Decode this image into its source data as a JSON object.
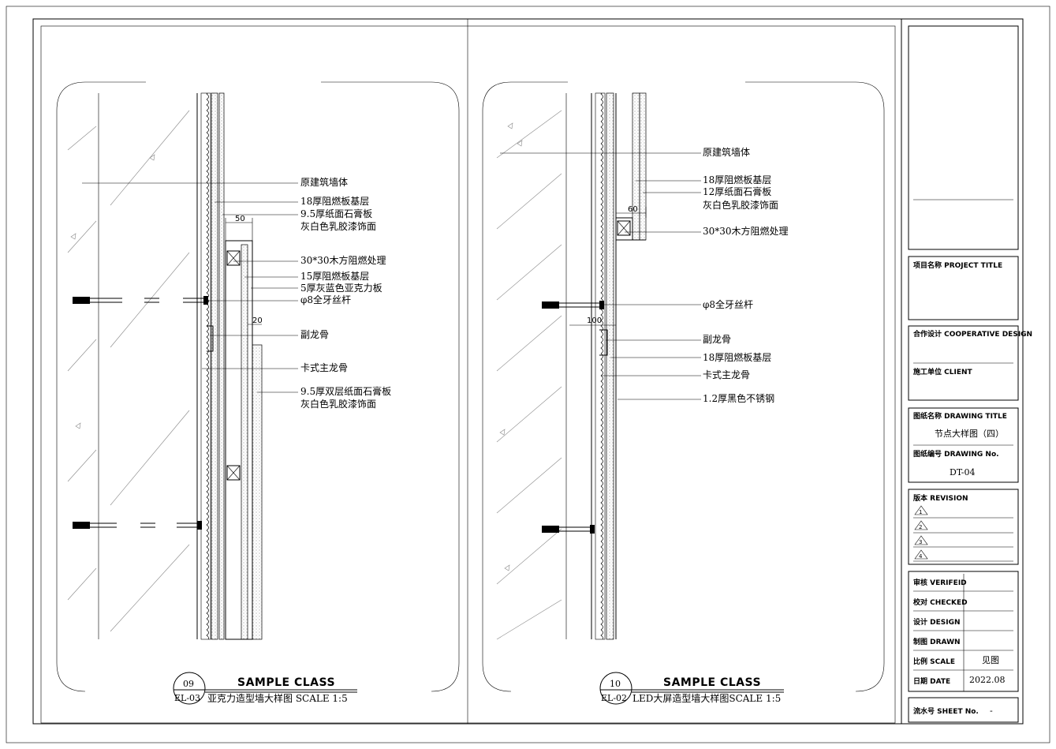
{
  "detail_09": {
    "number": "09",
    "ref": "EL-03",
    "class_title": "SAMPLE CLASS",
    "subtitle": "亚克力造型墙大样图 SCALE 1:5",
    "dims": [
      "50",
      "20"
    ],
    "labels": [
      "原建筑墙体",
      "18厚阻燃板基层",
      "9.5厚纸面石膏板",
      "灰白色乳胶漆饰面",
      "30*30木方阻燃处理",
      "15厚阻燃板基层",
      "5厚灰蓝色亚克力板",
      "φ8全牙丝杆",
      "副龙骨",
      "卡式主龙骨",
      "9.5厚双层纸面石膏板",
      "灰白色乳胶漆饰面"
    ]
  },
  "detail_10": {
    "number": "10",
    "ref": "EL-02",
    "class_title": "SAMPLE CLASS",
    "subtitle": "LED大屏造型墙大样图SCALE 1:5",
    "dims": [
      "60",
      "100"
    ],
    "labels": [
      "原建筑墙体",
      "18厚阻燃板基层",
      "12厚纸面石膏板",
      "灰白色乳胶漆饰面",
      "30*30木方阻燃处理",
      "φ8全牙丝杆",
      "副龙骨",
      "18厚阻燃板基层",
      "卡式主龙骨",
      "1.2厚黑色不锈钢"
    ]
  },
  "title_block": {
    "project_title": "项目名称 PROJECT TITLE",
    "cooperative_design": "合作设计 COOPERATIVE DESIGN",
    "client": "施工单位 CLIENT",
    "drawing_title_label": "图纸名称 DRAWING TITLE",
    "drawing_title_value": "节点大样图（四）",
    "drawing_no_label": "图纸编号 DRAWING No.",
    "drawing_no_value": "DT-04",
    "revision_label": "版本 REVISION",
    "revisions": [
      "1",
      "2",
      "3",
      "4"
    ],
    "verified": "审核 VERIFEID",
    "checked": "校对 CHECKED",
    "design": "设计 DESIGN",
    "drawn": "制图 DRAWN",
    "scale_label": "比例 SCALE",
    "scale_value": "见图",
    "date_label": "日期 DATE",
    "date_value": "2022.08",
    "sheet_label": "流水号 SHEET No.",
    "sheet_value": "-"
  }
}
